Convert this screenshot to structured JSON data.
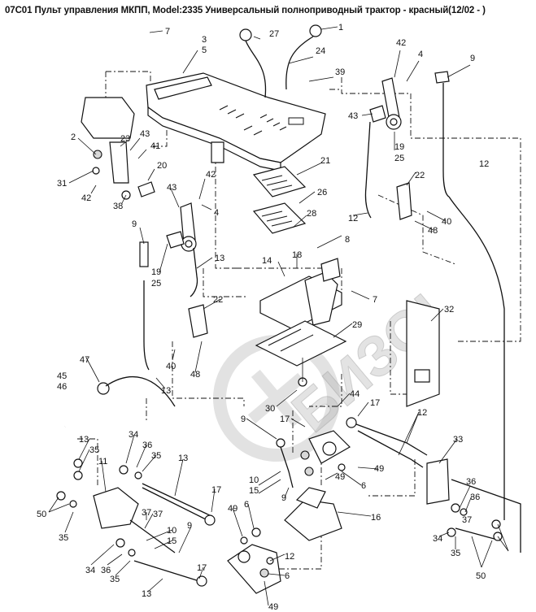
{
  "title": "07C01 Пульт управления МКПП, Model:2335 Универсальный полноприводный трактор - красный(12/02 - )",
  "watermark_text": "БИЗОН",
  "callouts": [
    {
      "id": "c7a",
      "label": "7"
    },
    {
      "id": "c1",
      "label": "1"
    },
    {
      "id": "c27",
      "label": "27"
    },
    {
      "id": "c3",
      "label": "3"
    },
    {
      "id": "c5",
      "label": "5"
    },
    {
      "id": "c24",
      "label": "24"
    },
    {
      "id": "c42a",
      "label": "42"
    },
    {
      "id": "c4a",
      "label": "4"
    },
    {
      "id": "c9a",
      "label": "9"
    },
    {
      "id": "c39",
      "label": "39"
    },
    {
      "id": "c43a",
      "label": "43"
    },
    {
      "id": "c2",
      "label": "2"
    },
    {
      "id": "c23",
      "label": "23"
    },
    {
      "id": "c43b",
      "label": "43"
    },
    {
      "id": "c41",
      "label": "41"
    },
    {
      "id": "c31",
      "label": "31"
    },
    {
      "id": "c20",
      "label": "20"
    },
    {
      "id": "c42b",
      "label": "42"
    },
    {
      "id": "c38",
      "label": "38"
    },
    {
      "id": "c21",
      "label": "21"
    },
    {
      "id": "c19a",
      "label": "19"
    },
    {
      "id": "c25a",
      "label": "25"
    },
    {
      "id": "c12a",
      "label": "12"
    },
    {
      "id": "c22a",
      "label": "22"
    },
    {
      "id": "c42c",
      "label": "42"
    },
    {
      "id": "c43c",
      "label": "43"
    },
    {
      "id": "c4b",
      "label": "4"
    },
    {
      "id": "c26",
      "label": "26"
    },
    {
      "id": "c28",
      "label": "28"
    },
    {
      "id": "c9b",
      "label": "9"
    },
    {
      "id": "c8",
      "label": "8"
    },
    {
      "id": "c12b",
      "label": "12"
    },
    {
      "id": "c40a",
      "label": "40"
    },
    {
      "id": "c48a",
      "label": "48"
    },
    {
      "id": "c13a",
      "label": "13"
    },
    {
      "id": "c19b",
      "label": "19"
    },
    {
      "id": "c25b",
      "label": "25"
    },
    {
      "id": "c18",
      "label": "18"
    },
    {
      "id": "c14",
      "label": "14"
    },
    {
      "id": "c7b",
      "label": "7"
    },
    {
      "id": "c22b",
      "label": "22"
    },
    {
      "id": "c32",
      "label": "32"
    },
    {
      "id": "c29",
      "label": "29"
    },
    {
      "id": "c47",
      "label": "47"
    },
    {
      "id": "c40b",
      "label": "40"
    },
    {
      "id": "c48b",
      "label": "48"
    },
    {
      "id": "c45",
      "label": "45"
    },
    {
      "id": "c46",
      "label": "46"
    },
    {
      "id": "c13b",
      "label": "13"
    },
    {
      "id": "c44",
      "label": "44"
    },
    {
      "id": "c30",
      "label": "30"
    },
    {
      "id": "c17a",
      "label": "17"
    },
    {
      "id": "c9c",
      "label": "9"
    },
    {
      "id": "c17b",
      "label": "17"
    },
    {
      "id": "c12c",
      "label": "12"
    },
    {
      "id": "c33",
      "label": "33"
    },
    {
      "id": "c13c",
      "label": "13"
    },
    {
      "id": "c34a",
      "label": "34"
    },
    {
      "id": "c36a",
      "label": "36"
    },
    {
      "id": "c35a",
      "label": "35"
    },
    {
      "id": "c35b",
      "label": "35"
    },
    {
      "id": "c11",
      "label": "11"
    },
    {
      "id": "c13d",
      "label": "13"
    },
    {
      "id": "c10a",
      "label": "10"
    },
    {
      "id": "c15a",
      "label": "15"
    },
    {
      "id": "c49a",
      "label": "49"
    },
    {
      "id": "c49b",
      "label": "49"
    },
    {
      "id": "c6a",
      "label": "6"
    },
    {
      "id": "c9d",
      "label": "9"
    },
    {
      "id": "c16",
      "label": "16"
    },
    {
      "id": "c17c",
      "label": "17"
    },
    {
      "id": "c37a",
      "label": "37"
    },
    {
      "id": "c9e",
      "label": "9"
    },
    {
      "id": "c10b",
      "label": "10"
    },
    {
      "id": "c15b",
      "label": "15"
    },
    {
      "id": "c49c",
      "label": "49"
    },
    {
      "id": "c6b",
      "label": "6"
    },
    {
      "id": "c50a",
      "label": "50"
    },
    {
      "id": "c35c",
      "label": "35"
    },
    {
      "id": "c34b",
      "label": "34"
    },
    {
      "id": "c36b",
      "label": "36"
    },
    {
      "id": "c35d",
      "label": "35"
    },
    {
      "id": "c37b",
      "label": "37"
    },
    {
      "id": "c17d",
      "label": "17"
    },
    {
      "id": "c13e",
      "label": "13"
    },
    {
      "id": "c6c",
      "label": "6"
    },
    {
      "id": "c49d",
      "label": "49"
    },
    {
      "id": "c34c",
      "label": "34"
    },
    {
      "id": "c36c",
      "label": "36"
    },
    {
      "id": "c36d",
      "label": "36"
    },
    {
      "id": "c35e",
      "label": "35"
    },
    {
      "id": "c37c",
      "label": "37"
    },
    {
      "id": "c12d",
      "label": "12"
    },
    {
      "id": "c50b",
      "label": "50"
    }
  ],
  "colors": {
    "line": "#111111",
    "watermark": "#b0b0b0"
  }
}
